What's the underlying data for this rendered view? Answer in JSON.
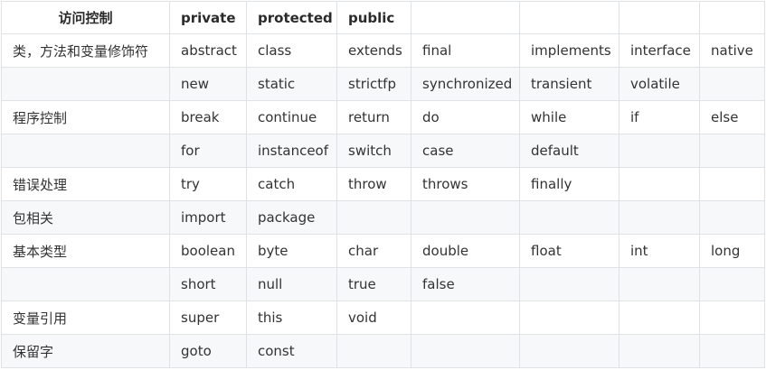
{
  "table": {
    "headers": [
      "访问控制",
      "private",
      "protected",
      "public",
      "",
      "",
      "",
      ""
    ],
    "rows": [
      [
        "类，方法和变量修饰符",
        "abstract",
        "class",
        "extends",
        "final",
        "implements",
        "interface",
        "native"
      ],
      [
        "",
        "new",
        "static",
        "strictfp",
        "synchronized",
        "transient",
        "volatile",
        ""
      ],
      [
        "程序控制",
        "break",
        "continue",
        "return",
        "do",
        "while",
        "if",
        "else"
      ],
      [
        "",
        "for",
        "instanceof",
        "switch",
        "case",
        "default",
        "",
        ""
      ],
      [
        "错误处理",
        "try",
        "catch",
        "throw",
        "throws",
        "finally",
        "",
        ""
      ],
      [
        "包相关",
        "import",
        "package",
        "",
        "",
        "",
        "",
        ""
      ],
      [
        "基本类型",
        "boolean",
        "byte",
        "char",
        "double",
        "float",
        "int",
        "long"
      ],
      [
        "",
        "short",
        "null",
        "true",
        "false",
        "",
        "",
        ""
      ],
      [
        "变量引用",
        "super",
        "this",
        "void",
        "",
        "",
        "",
        ""
      ],
      [
        "保留字",
        "goto",
        "const",
        "",
        "",
        "",
        "",
        ""
      ]
    ]
  }
}
